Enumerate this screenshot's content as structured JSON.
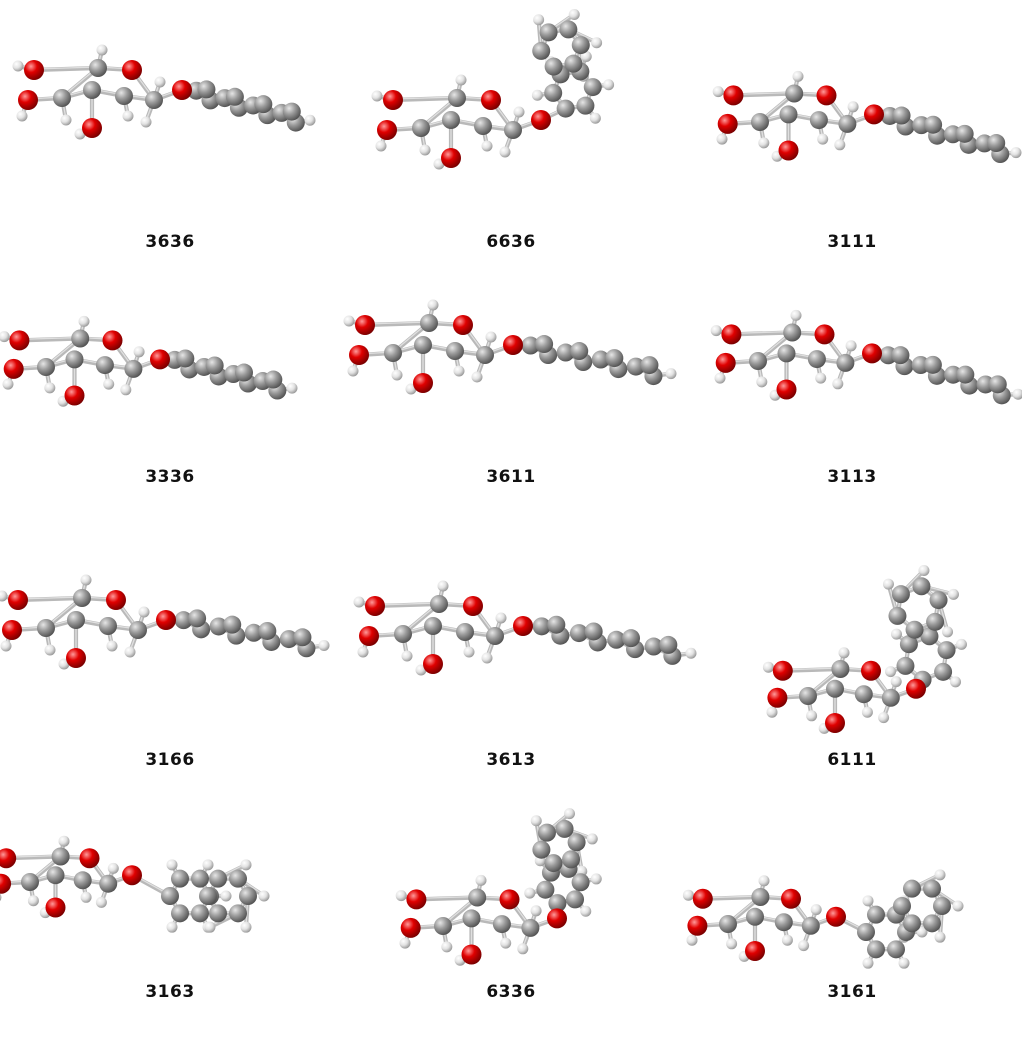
{
  "colors": {
    "carbon": "#8c8c8c",
    "oxygen": "#e10000",
    "hydrogen": "#dcdcdc",
    "bond": "#b9b9b9",
    "label": "#111111"
  },
  "conformers": [
    {
      "label": "3636",
      "shape": "flat-sugar-linear-tail"
    },
    {
      "label": "6636",
      "shape": "sugar-upright-ring"
    },
    {
      "label": "3111",
      "shape": "flat-sugar-linear-tail"
    },
    {
      "label": "3336",
      "shape": "flat-sugar-linear-tail"
    },
    {
      "label": "3611",
      "shape": "flat-sugar-linear-tail"
    },
    {
      "label": "3113",
      "shape": "flat-sugar-linear-tail"
    },
    {
      "label": "3166",
      "shape": "flat-sugar-linear-tail"
    },
    {
      "label": "3613",
      "shape": "flat-sugar-linear-tail"
    },
    {
      "label": "6111",
      "shape": "sugar-upright-ring"
    },
    {
      "label": "3163",
      "shape": "sugar-flat-ring"
    },
    {
      "label": "6336",
      "shape": "sugar-upright-ring"
    },
    {
      "label": "3161",
      "shape": "sugar-flat-ring"
    }
  ]
}
